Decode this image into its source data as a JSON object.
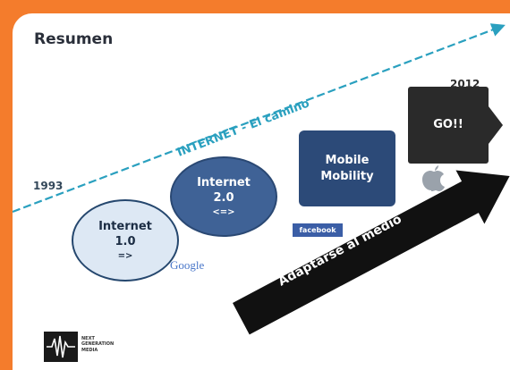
{
  "slide": {
    "title": "Resumen",
    "year_start": "1993",
    "year_end": "2012",
    "road_label": "INTERNET - El camino",
    "adapt_label": "Adaptarse al medio",
    "stages": [
      {
        "line1": "Internet",
        "line2": "1.0",
        "line3": "=>"
      },
      {
        "line1": "Internet",
        "line2": "2.0",
        "line3": "<=>"
      },
      {
        "line1": "Mobile",
        "line2": "Mobility"
      },
      {
        "line1": "GO!!"
      }
    ],
    "logos": {
      "facebook": "facebook",
      "google": "Google",
      "footer_brand": [
        "NEXT",
        "GENERATION",
        "MEDIA"
      ]
    },
    "colors": {
      "frame": "#f47c2c",
      "timeline": "#2aa0bf",
      "internet1_fill": "#dde8f4",
      "internet2_fill": "#3f6296",
      "mobile_fill": "#2c4a78",
      "go_fill": "#2a2a2a",
      "adapt_arrow": "#111111"
    }
  }
}
